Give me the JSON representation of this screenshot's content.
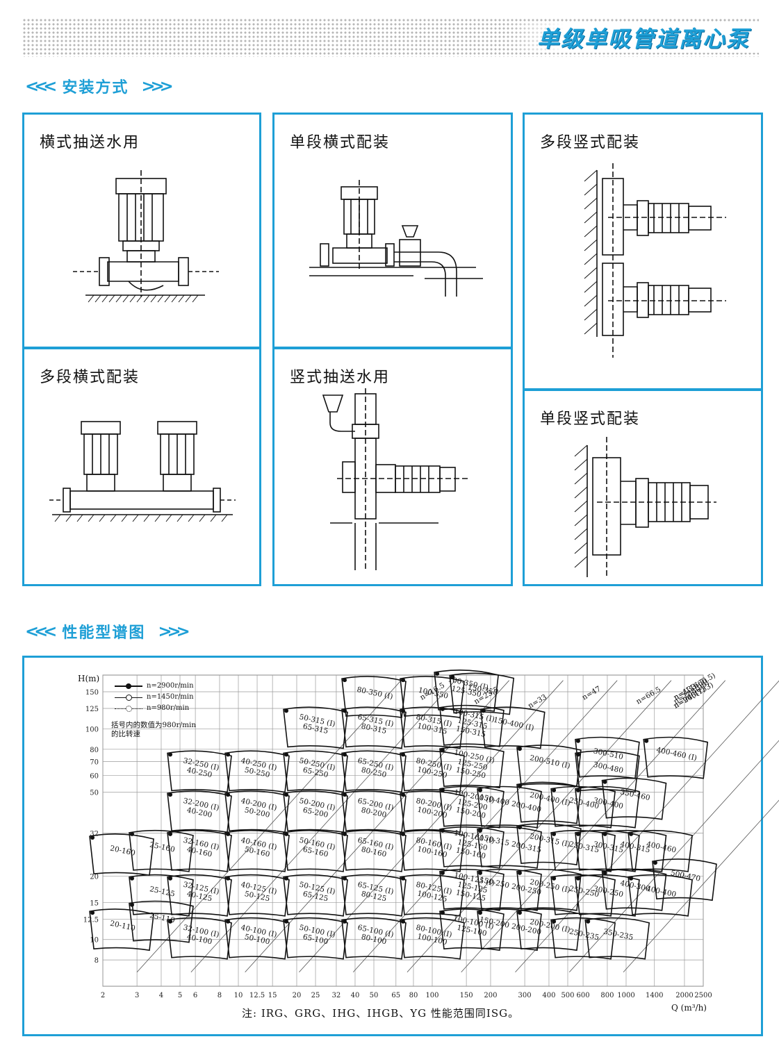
{
  "header": {
    "title": "单级单吸管道离心泵"
  },
  "sections": {
    "install": {
      "title": "安装方式"
    },
    "performance": {
      "title": "性能型谱图"
    }
  },
  "panels": [
    {
      "label": "横式抽送水用"
    },
    {
      "label": "单段横式配装"
    },
    {
      "label": "多段竖式配装"
    },
    {
      "label": "多段横式配装"
    },
    {
      "label": "竖式抽送水用"
    },
    {
      "label": "单段竖式配装"
    }
  ],
  "chart_data": {
    "type": "scatter",
    "title": "",
    "xlabel": "Q (m³/h)",
    "ylabel": "H(m)",
    "x_log": true,
    "y_log": true,
    "xlim": [
      2,
      2500
    ],
    "ylim": [
      6,
      180
    ],
    "x_ticks": [
      "2",
      "3",
      "4",
      "5",
      "6",
      "8",
      "10",
      "12.5",
      "15",
      "20",
      "25",
      "32",
      "40",
      "50",
      "65",
      "80",
      "100",
      "150",
      "200",
      "300",
      "400",
      "500",
      "600",
      "800",
      "1000",
      "1400",
      "2000",
      "2500"
    ],
    "y_ticks": [
      "150",
      "125",
      "100",
      "80",
      "70",
      "60",
      "50",
      "32",
      "20",
      "15",
      "12.5",
      "10",
      "8"
    ],
    "legend": [
      {
        "label": "n=2900r/min"
      },
      {
        "label": "n=1450r/min"
      },
      {
        "label": "n=980r/min"
      }
    ],
    "legend_note": [
      "括号内的数值为980r/min",
      "的比转速"
    ],
    "specific_speed_lines": [
      "n=16.5",
      "n=23.5",
      "n=33",
      "n=47",
      "n=66.5",
      "n=94(47)",
      "n=133(66.5)",
      "n=188(99)",
      "n=266(133)",
      "n=(116.5)"
    ],
    "pump_models": [
      {
        "name": "20-110",
        "q": 2.5,
        "h": 11
      },
      {
        "name": "20-160",
        "q": 2.5,
        "h": 25
      },
      {
        "name": "25-110",
        "q": 4,
        "h": 12
      },
      {
        "name": "25-125",
        "q": 4,
        "h": 16
      },
      {
        "name": "25-160",
        "q": 4,
        "h": 26
      },
      {
        "name": "32-100 (I) 40-100",
        "q": 6.3,
        "h": 10
      },
      {
        "name": "32-125 (I) 40-125",
        "q": 6.3,
        "h": 16
      },
      {
        "name": "32-160 (I) 40-160",
        "q": 6.3,
        "h": 26
      },
      {
        "name": "32-200 (I) 40-200",
        "q": 6.3,
        "h": 40
      },
      {
        "name": "32-250 (I) 40-250",
        "q": 6.3,
        "h": 62
      },
      {
        "name": "40-100 (I) 50-100",
        "q": 12.5,
        "h": 10
      },
      {
        "name": "40-125 (I) 50-125",
        "q": 12.5,
        "h": 16
      },
      {
        "name": "40-160 (I) 50-160",
        "q": 12.5,
        "h": 26
      },
      {
        "name": "40-200 (I) 50-200",
        "q": 12.5,
        "h": 40
      },
      {
        "name": "40-250 (I) 50-250",
        "q": 12.5,
        "h": 62
      },
      {
        "name": "50-100 (I) 65-100",
        "q": 25,
        "h": 10
      },
      {
        "name": "50-125 (I) 65-125",
        "q": 25,
        "h": 16
      },
      {
        "name": "50-160 (I) 65-160",
        "q": 25,
        "h": 26
      },
      {
        "name": "50-200 (I) 65-200",
        "q": 25,
        "h": 40
      },
      {
        "name": "50-250 (I) 65-250",
        "q": 25,
        "h": 62
      },
      {
        "name": "50-315 (I) 65-315",
        "q": 25,
        "h": 100
      },
      {
        "name": "65-100 (I) 80-100",
        "q": 50,
        "h": 10
      },
      {
        "name": "65-125 (I) 80-125",
        "q": 50,
        "h": 16
      },
      {
        "name": "65-160 (I) 80-160",
        "q": 50,
        "h": 26
      },
      {
        "name": "65-200 (I) 80-200",
        "q": 50,
        "h": 40
      },
      {
        "name": "65-250 (I) 80-250",
        "q": 50,
        "h": 62
      },
      {
        "name": "65-315 (I) 80-315",
        "q": 50,
        "h": 100
      },
      {
        "name": "80-350 (I)",
        "q": 50,
        "h": 140
      },
      {
        "name": "80-100 (I) 100-100",
        "q": 100,
        "h": 10
      },
      {
        "name": "80-125 (I) 100-125",
        "q": 100,
        "h": 16
      },
      {
        "name": "80-160 (I) 100-160",
        "q": 100,
        "h": 26
      },
      {
        "name": "80-200 (I) 100-200",
        "q": 100,
        "h": 40
      },
      {
        "name": "80-250 (I) 100-250",
        "q": 100,
        "h": 62
      },
      {
        "name": "80-315 (I) 100-315",
        "q": 100,
        "h": 100
      },
      {
        "name": "100-350",
        "q": 100,
        "h": 140
      },
      {
        "name": "100-100 (I) 125-100",
        "q": 160,
        "h": 11
      },
      {
        "name": "100-125 (I) 125-125 150-125",
        "q": 160,
        "h": 17
      },
      {
        "name": "100-160 (I) 125-160 150-160",
        "q": 160,
        "h": 27
      },
      {
        "name": "100-200 (I) 125-200 150-200",
        "q": 160,
        "h": 42
      },
      {
        "name": "100-250 (I) 125-250 150-250",
        "q": 160,
        "h": 65
      },
      {
        "name": "100-315 (I) 125-315 150-315",
        "q": 160,
        "h": 102
      },
      {
        "name": "100-350 (I) 125-350",
        "q": 150,
        "h": 150
      },
      {
        "name": "150-350",
        "q": 180,
        "h": 145
      },
      {
        "name": "150-200 200-200",
        "q": 250,
        "h": 11
      },
      {
        "name": "150-250 200-250",
        "q": 250,
        "h": 17
      },
      {
        "name": "150-315 200-315",
        "q": 250,
        "h": 27
      },
      {
        "name": "150-400 200-400",
        "q": 250,
        "h": 42
      },
      {
        "name": "150-400 (I)",
        "q": 260,
        "h": 100
      },
      {
        "name": "200-200 (I)",
        "q": 400,
        "h": 11
      },
      {
        "name": "200-250 (I)",
        "q": 400,
        "h": 17
      },
      {
        "name": "200-315 (I)",
        "q": 400,
        "h": 28
      },
      {
        "name": "200-400 (I)",
        "q": 400,
        "h": 44
      },
      {
        "name": "200-510 (I)",
        "q": 400,
        "h": 66
      },
      {
        "name": "250-235",
        "q": 600,
        "h": 10
      },
      {
        "name": "250-250",
        "q": 600,
        "h": 16
      },
      {
        "name": "250-315",
        "q": 600,
        "h": 26
      },
      {
        "name": "250-400",
        "q": 600,
        "h": 42
      },
      {
        "name": "300-250",
        "q": 800,
        "h": 16
      },
      {
        "name": "300-315",
        "q": 800,
        "h": 26
      },
      {
        "name": "300-400",
        "q": 800,
        "h": 42
      },
      {
        "name": "300-480",
        "q": 800,
        "h": 62
      },
      {
        "name": "300-510",
        "q": 800,
        "h": 72
      },
      {
        "name": "350-235",
        "q": 900,
        "h": 10
      },
      {
        "name": "350-460",
        "q": 1100,
        "h": 46
      },
      {
        "name": "400-300",
        "q": 1100,
        "h": 17
      },
      {
        "name": "400-315",
        "q": 1100,
        "h": 26
      },
      {
        "name": "400-400",
        "q": 1500,
        "h": 16
      },
      {
        "name": "400-460",
        "q": 1500,
        "h": 26
      },
      {
        "name": "400-460 (I)",
        "q": 1800,
        "h": 72
      },
      {
        "name": "500-470",
        "q": 2000,
        "h": 19
      }
    ]
  },
  "footnote": {
    "text": "注:  IRG、GRG、IHG、IHGB、YG 性能范围同ISG。"
  }
}
